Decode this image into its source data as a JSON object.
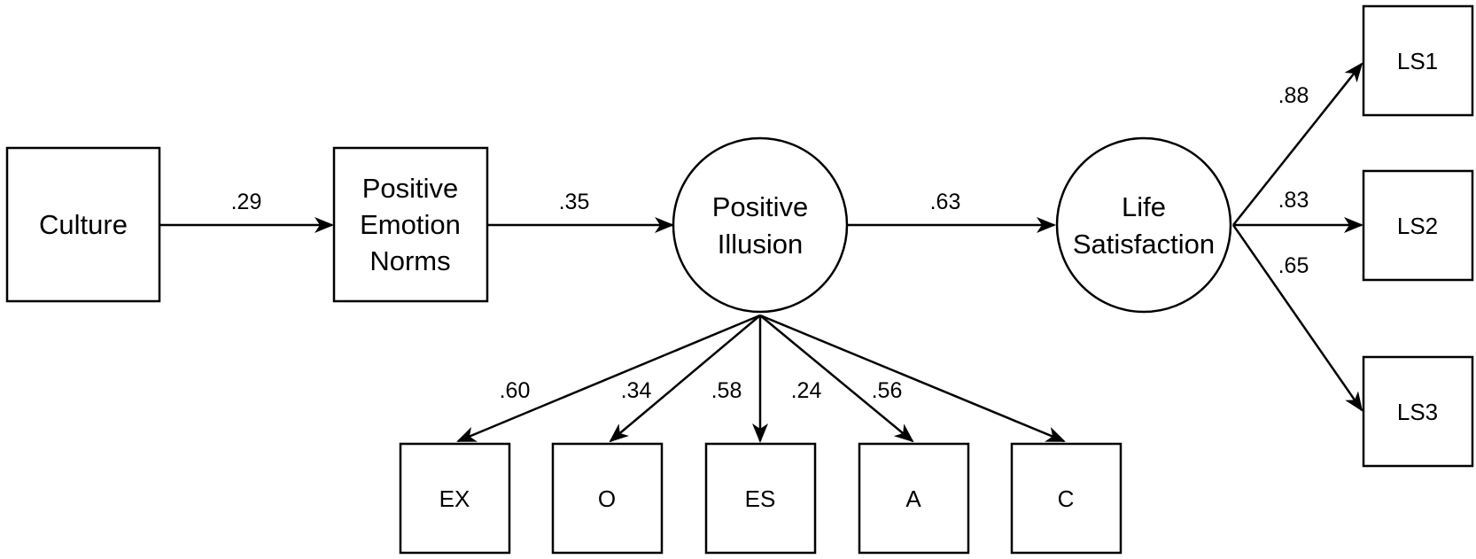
{
  "nodes": {
    "culture": {
      "label": "Culture",
      "shape": "rectangle"
    },
    "positive_emotion_norms": {
      "label_lines": [
        "Positive",
        "Emotion",
        "Norms"
      ],
      "shape": "rectangle"
    },
    "positive_illusion": {
      "label_lines": [
        "Positive",
        "Illusion"
      ],
      "shape": "circle"
    },
    "life_satisfaction": {
      "label_lines": [
        "Life",
        "Satisfaction"
      ],
      "shape": "circle"
    },
    "ls1": {
      "label": "LS1",
      "shape": "rectangle"
    },
    "ls2": {
      "label": "LS2",
      "shape": "rectangle"
    },
    "ls3": {
      "label": "LS3",
      "shape": "rectangle"
    },
    "ex": {
      "label": "EX",
      "shape": "rectangle"
    },
    "o": {
      "label": "O",
      "shape": "rectangle"
    },
    "es": {
      "label": "ES",
      "shape": "rectangle"
    },
    "a": {
      "label": "A",
      "shape": "rectangle"
    },
    "c": {
      "label": "C",
      "shape": "rectangle"
    }
  },
  "edges": {
    "culture_to_pen": {
      "from": "Culture",
      "to": "Positive Emotion Norms",
      "coefficient": ".29"
    },
    "pen_to_pi": {
      "from": "Positive Emotion Norms",
      "to": "Positive Illusion",
      "coefficient": ".35"
    },
    "pi_to_ls": {
      "from": "Positive Illusion",
      "to": "Life Satisfaction",
      "coefficient": ".63"
    },
    "ls_to_ls1": {
      "from": "Life Satisfaction",
      "to": "LS1",
      "coefficient": ".88"
    },
    "ls_to_ls2": {
      "from": "Life Satisfaction",
      "to": "LS2",
      "coefficient": ".83"
    },
    "ls_to_ls3": {
      "from": "Life Satisfaction",
      "to": "LS3",
      "coefficient": ".65"
    },
    "pi_to_ex": {
      "from": "Positive Illusion",
      "to": "EX",
      "coefficient": ".60"
    },
    "pi_to_o": {
      "from": "Positive Illusion",
      "to": "O",
      "coefficient": ".34"
    },
    "pi_to_es": {
      "from": "Positive Illusion",
      "to": "ES",
      "coefficient": ".58"
    },
    "pi_to_a": {
      "from": "Positive Illusion",
      "to": "A",
      "coefficient": ".24"
    },
    "pi_to_c": {
      "from": "Positive Illusion",
      "to": "C",
      "coefficient": ".56"
    }
  }
}
